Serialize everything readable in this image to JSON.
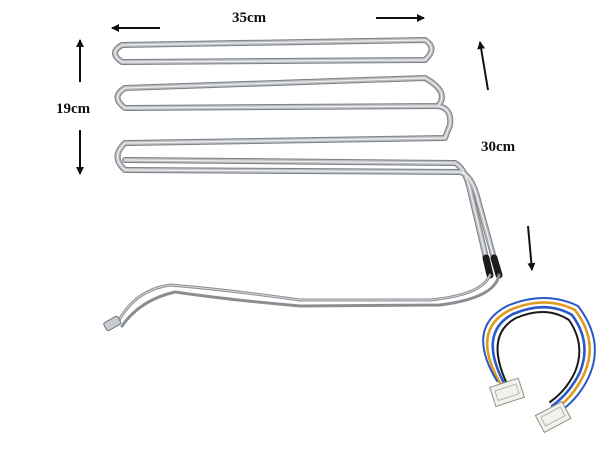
{
  "dimensions": {
    "width_label": "35cm",
    "height_label": "19cm",
    "length_label": "30cm"
  },
  "colors": {
    "background": "#ffffff",
    "heater_tube": "#b9bcbf",
    "heater_tube_shadow": "#7d8186",
    "heater_tube_highlight": "#eef0f2",
    "arrow": "#111111",
    "sleeve": "#1c1c1c",
    "wire_blue": "#2b58c8",
    "wire_orange": "#e09a1e",
    "wire_black": "#1a1a1a",
    "connector": "#f2f2ec"
  }
}
